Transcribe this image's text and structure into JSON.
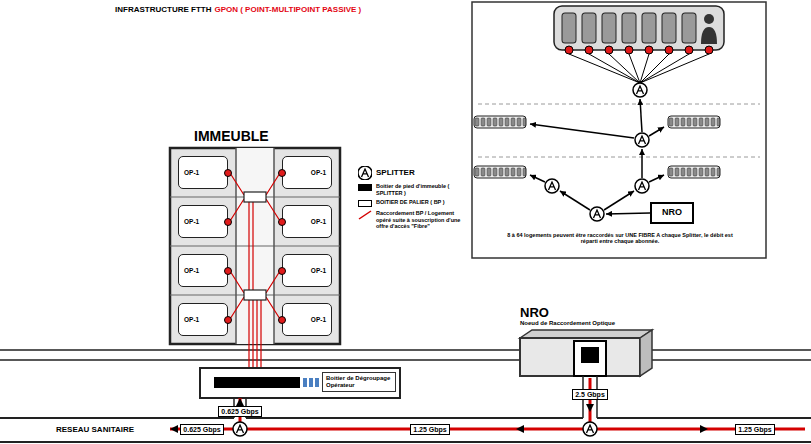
{
  "diagram": {
    "title": "INFRASTRUCTURE FTTH",
    "nodes": [
      {
        "text": [
          "IMMEUBLE"
        ]
      },
      {
        "text": [
          "OP-1"
        ],
        "in": 0
      },
      {
        "text": [
          "OP-1"
        ],
        "in": 0
      },
      {
        "text": [
          "OP-1"
        ],
        "in": 0
      },
      {
        "text": [
          "OP-1"
        ],
        "in": 0
      },
      {
        "text": [
          "OP-1"
        ],
        "in": 0
      },
      {
        "text": [
          "OP-1"
        ],
        "in": 0
      },
      {
        "text": [
          "OP-1"
        ],
        "in": 0
      },
      {
        "text": [
          "OP-1"
        ],
        "in": 0
      },
      {
        "text": [
          "NRO"
        ]
      },
      {
        "text": [
          "Boitier de Dégroupage Opérateur"
        ]
      },
      {
        "text": [
          "NRO",
          "Noeud de Raccordement Optique"
        ]
      }
    ],
    "edges": [
      {
        "from": 11,
        "to": 0,
        "arrow": "to",
        "label": "1.25 Gbps"
      }
    ],
    "labels": [
      "GPON ( POINT-MULTIPOINT PASSIVE )",
      "8 à 64 logements peuvent être raccordés sur UNE FIBRE A chaque Splitter, le débit est réparti entre chaque abonnée.",
      "2.5 Gbps",
      "0.625 Gbps",
      "1.25 Gbps",
      "RESEAU SANITAIRE",
      "0.625 Gbps"
    ],
    "legend": [
      {
        "text": "SPLITTER"
      },
      {
        "text": "Boitier de pied d'immeuble ( SPLITTER )",
        "color": "#000000"
      },
      {
        "text": "BOITIER DE PALIER ( BP )",
        "color": "#ffffff"
      },
      {
        "text": "Raccordement BP / Logement opéré suite à souscription d'une offre d'accès \"Fibre\""
      }
    ]
  }
}
